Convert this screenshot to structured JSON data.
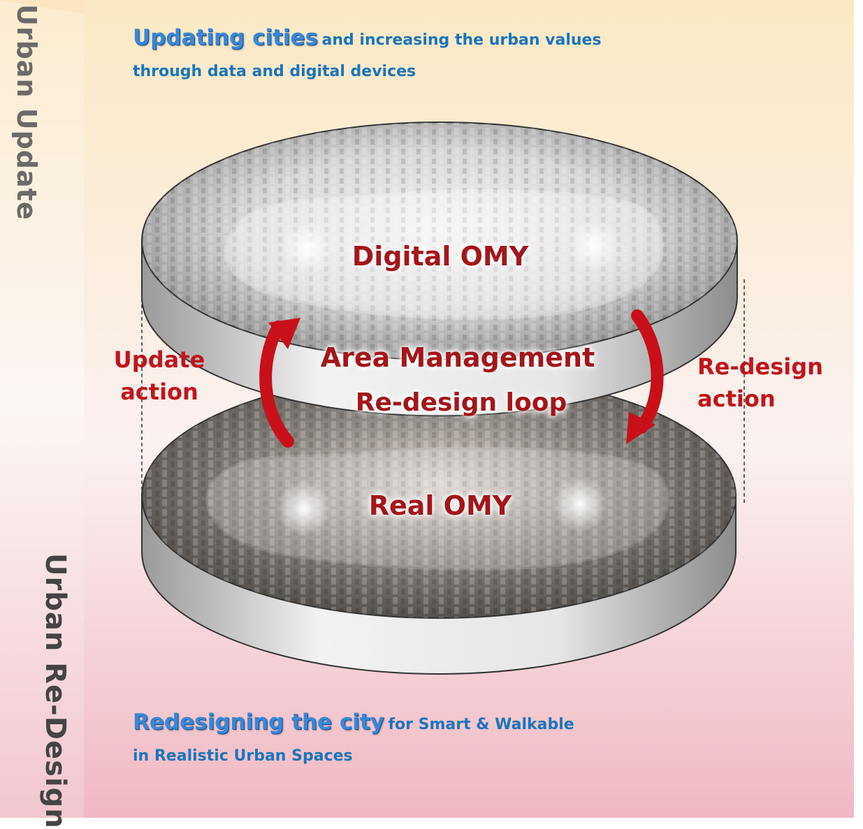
{
  "side_labels": {
    "top": "Urban Update",
    "bottom": "Urban Re-Design"
  },
  "top_headline": {
    "emphasis": "Updating cities",
    "rest": "and increasing the urban values",
    "line2": "through data and digital devices"
  },
  "bottom_headline": {
    "emphasis": "Redesigning the city",
    "rest": "for Smart & Walkable",
    "line2": "in Realistic Urban Spaces"
  },
  "discs": {
    "digital": "Digital OMY",
    "real": "Real OMY"
  },
  "loop": {
    "line1": "Area Management",
    "line2": "Re-design loop"
  },
  "actions": {
    "update_line1": "Update",
    "update_line2": "action",
    "redesign_line1": "Re-design",
    "redesign_line2": "action"
  },
  "colors": {
    "background_top": "#fbe9c4",
    "background_bottom": "#f0b8c2",
    "headline_blue": "#1b75bc",
    "label_red": "#c0151b",
    "arrow_red": "#c8101a"
  }
}
